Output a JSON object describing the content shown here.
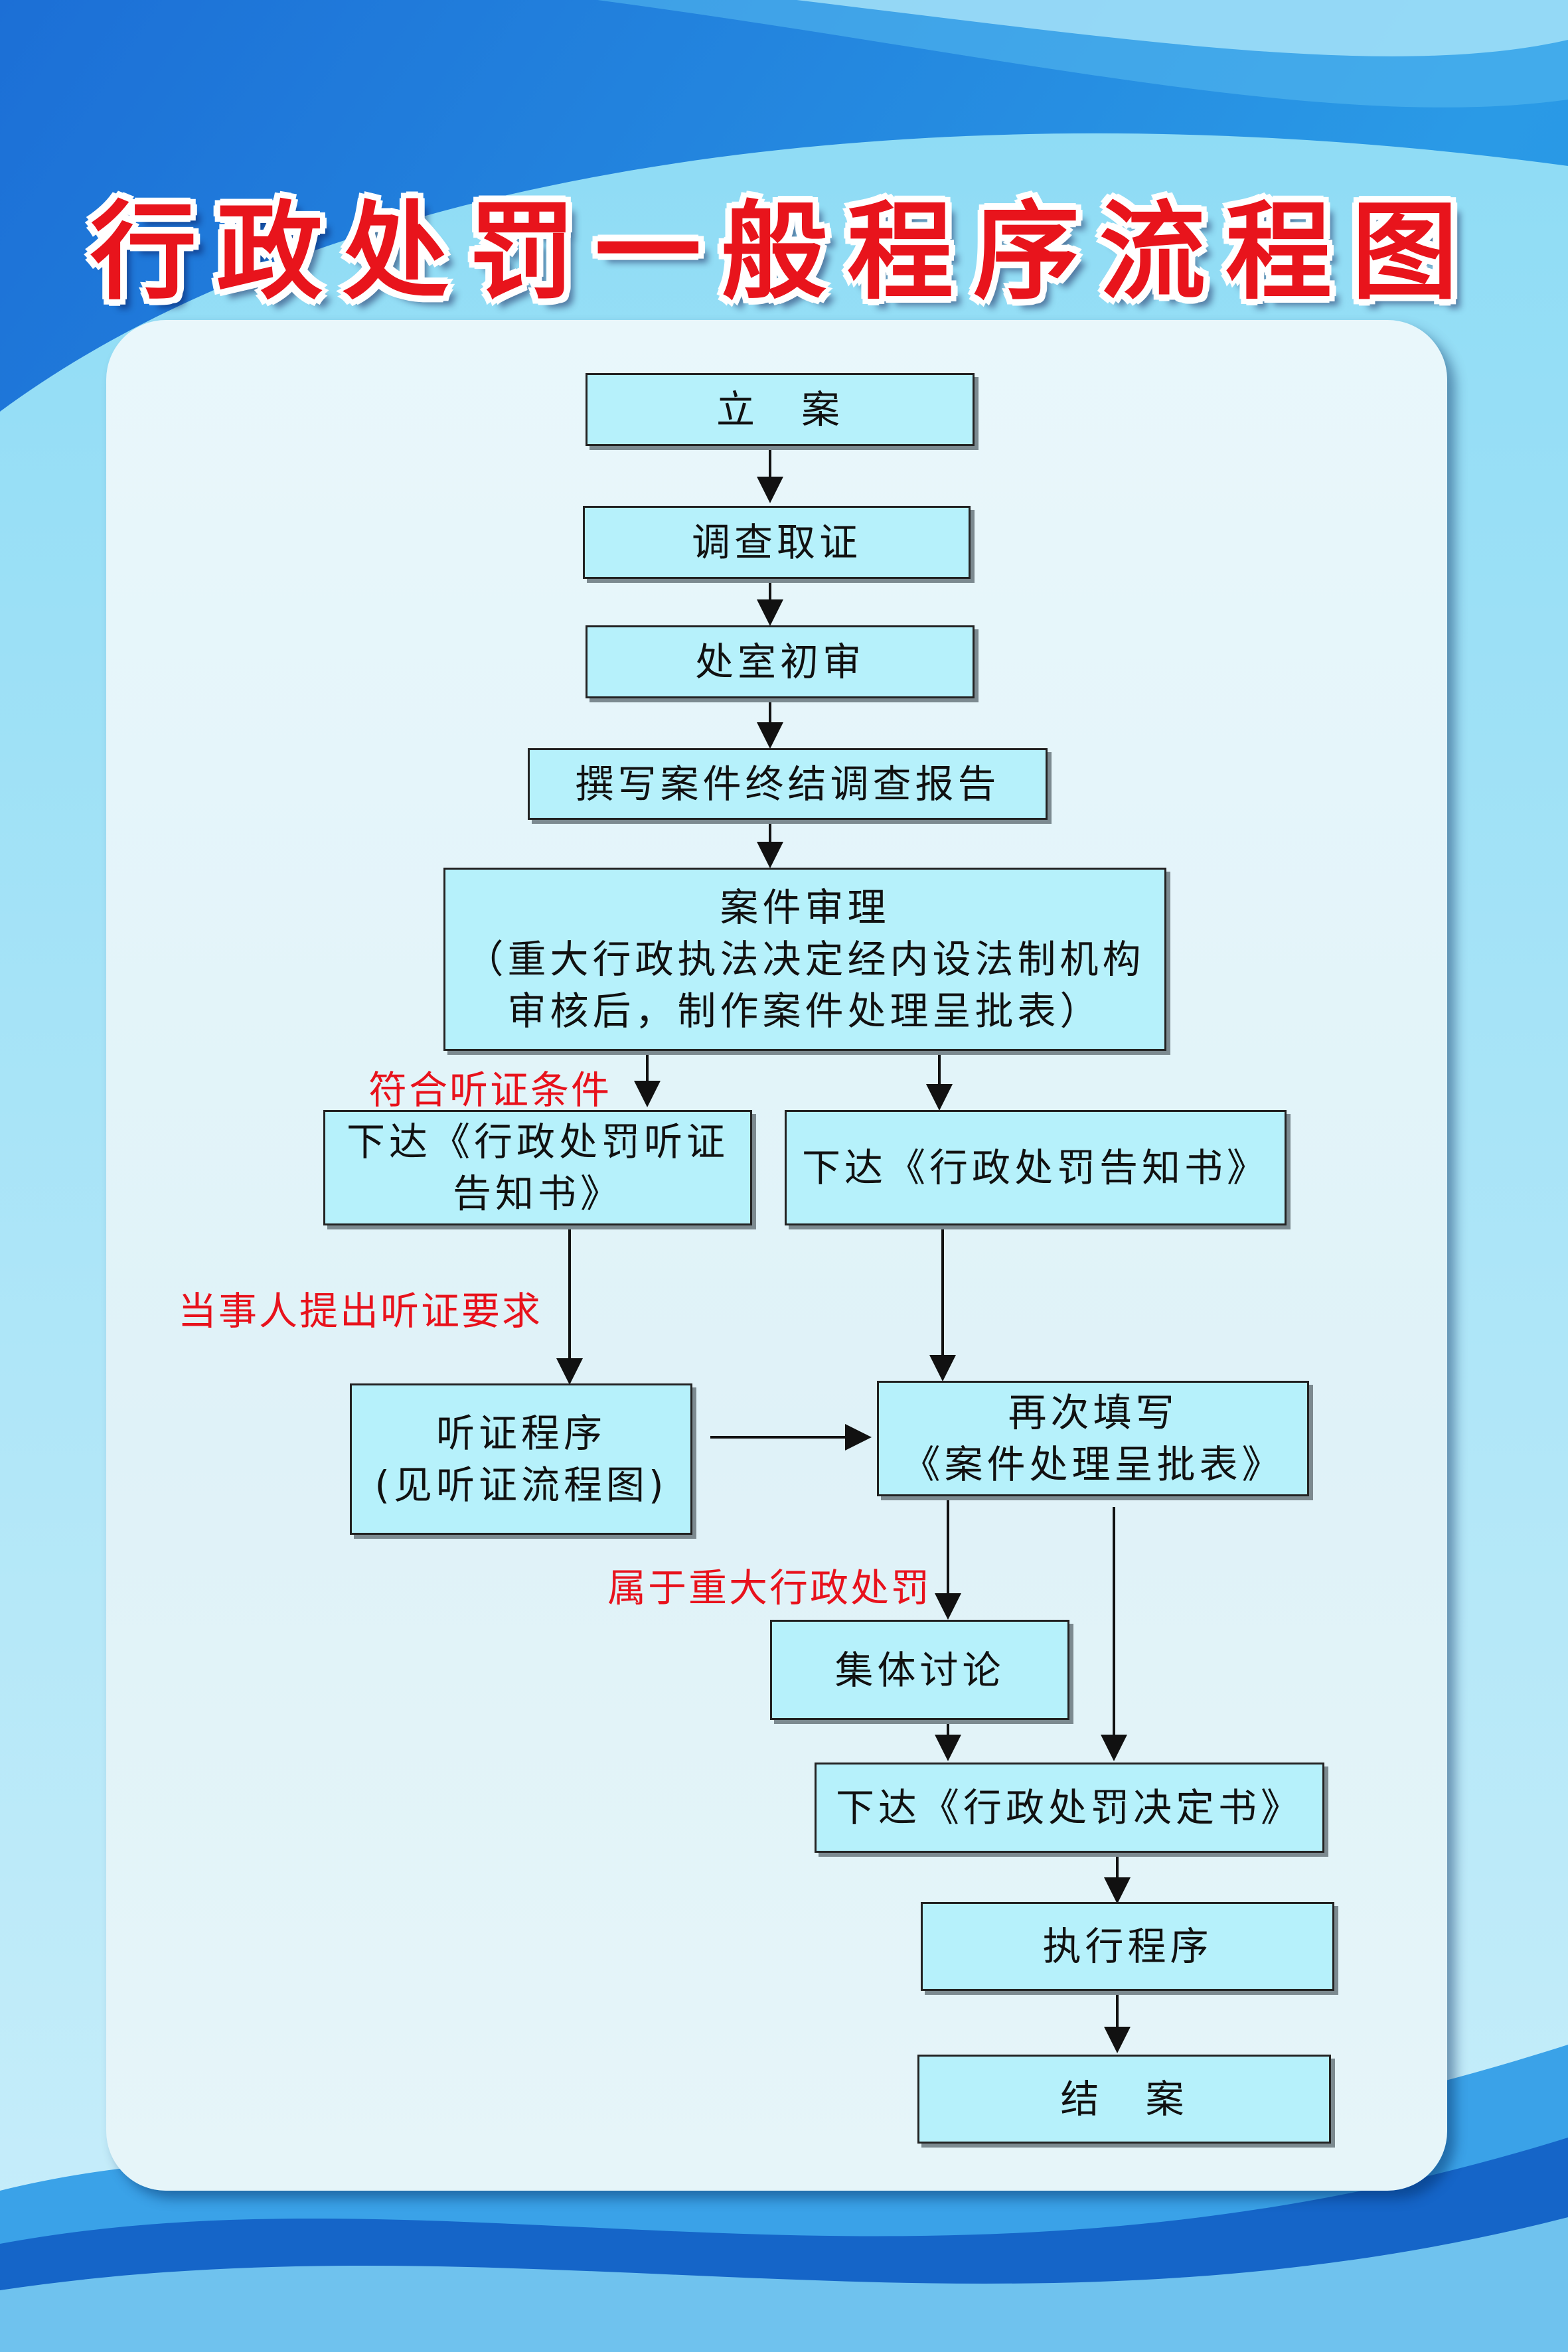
{
  "title": "行政处罚一般程序流程图",
  "colors": {
    "title": "#e8141c",
    "box_fill": "#b6f1fb",
    "condition_text": "#e8121c",
    "background": "#1a7fd9"
  },
  "boxes": {
    "lian": "立　案",
    "diaocha": "调查取证",
    "chushen": "处室初审",
    "baogao": "撰写案件终结调查报告",
    "shenli_title": "案件审理",
    "shenli_line1": "（重大行政执法决定经内设法制机构",
    "shenli_line2": "审核后，制作案件处理呈批表）",
    "tingzheng_notice_line1": "下达《行政处罚听证",
    "tingzheng_notice_line2": "告知书》",
    "gaozhi": "下达《行政处罚告知书》",
    "tingzheng_line1": "听证程序",
    "tingzheng_line2": "(见听证流程图)",
    "zaici_line1": "再次填写",
    "zaici_line2": "《案件处理呈批表》",
    "jiti": "集体讨论",
    "jueding": "下达《行政处罚决定书》",
    "zhixing": "执行程序",
    "jiean": "结　案"
  },
  "conditions": {
    "fuhe": "符合听证条件",
    "tichu": "当事人提出听证要求",
    "zhongda": "属于重大行政处罚"
  }
}
